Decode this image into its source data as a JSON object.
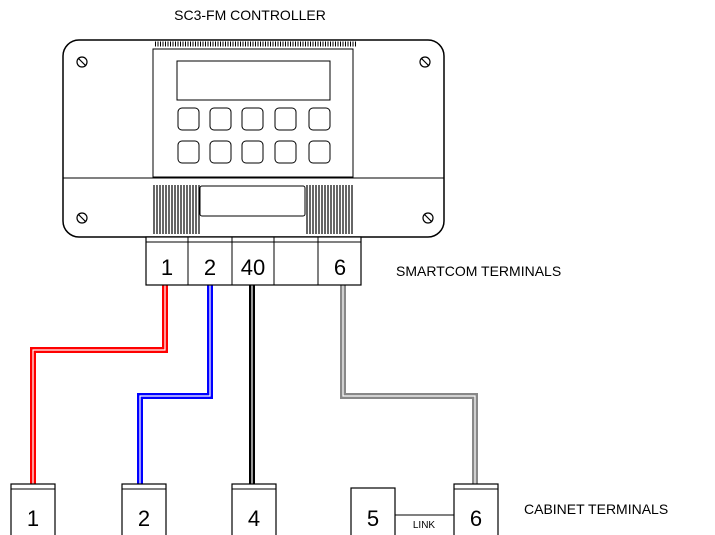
{
  "title": "SC3-FM CONTROLLER",
  "smartcom_label": "SMARTCOM TERMINALS",
  "cabinet_label": "CABINET TERMINALS",
  "link_label": "LINK",
  "smartcom_terminals": [
    "1",
    "2",
    "40",
    "",
    "6"
  ],
  "cabinet_terminals": [
    "1",
    "2",
    "4",
    "5",
    "6"
  ],
  "wires": [
    {
      "from": "1",
      "to": "1",
      "color": "#ff0000"
    },
    {
      "from": "2",
      "to": "2",
      "color": "#0000ff"
    },
    {
      "from": "40",
      "to": "4",
      "color": "#000000"
    },
    {
      "from": "6",
      "to": "6",
      "color": "#888888"
    }
  ],
  "icons": [
    "screw-icon"
  ]
}
